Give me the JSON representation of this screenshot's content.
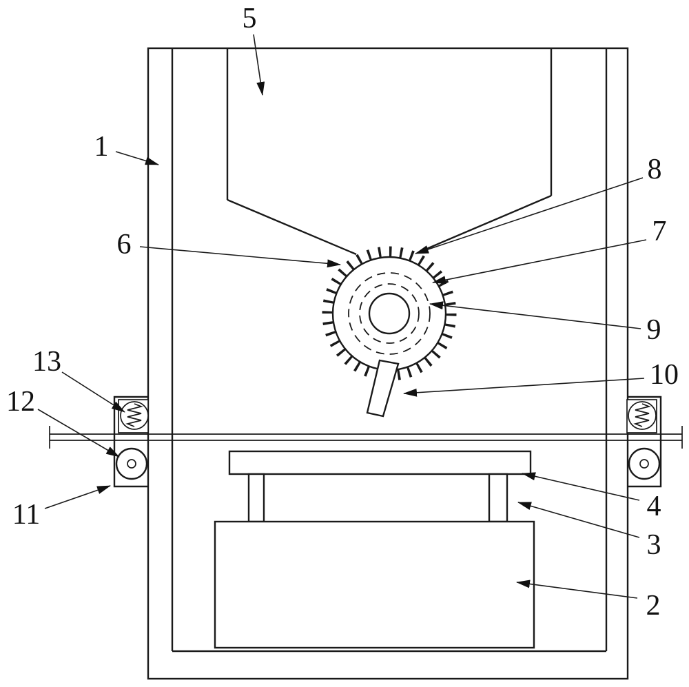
{
  "figure": {
    "kind": "patent-line-drawing",
    "colors": {
      "line": "#1a1a1a",
      "background": "#ffffff",
      "label_text": "#111111"
    }
  },
  "labels": {
    "1": "1",
    "2": "2",
    "3": "3",
    "4": "4",
    "5": "5",
    "6": "6",
    "7": "7",
    "8": "8",
    "9": "9",
    "10": "10",
    "11": "11",
    "12": "12",
    "13": "13"
  }
}
